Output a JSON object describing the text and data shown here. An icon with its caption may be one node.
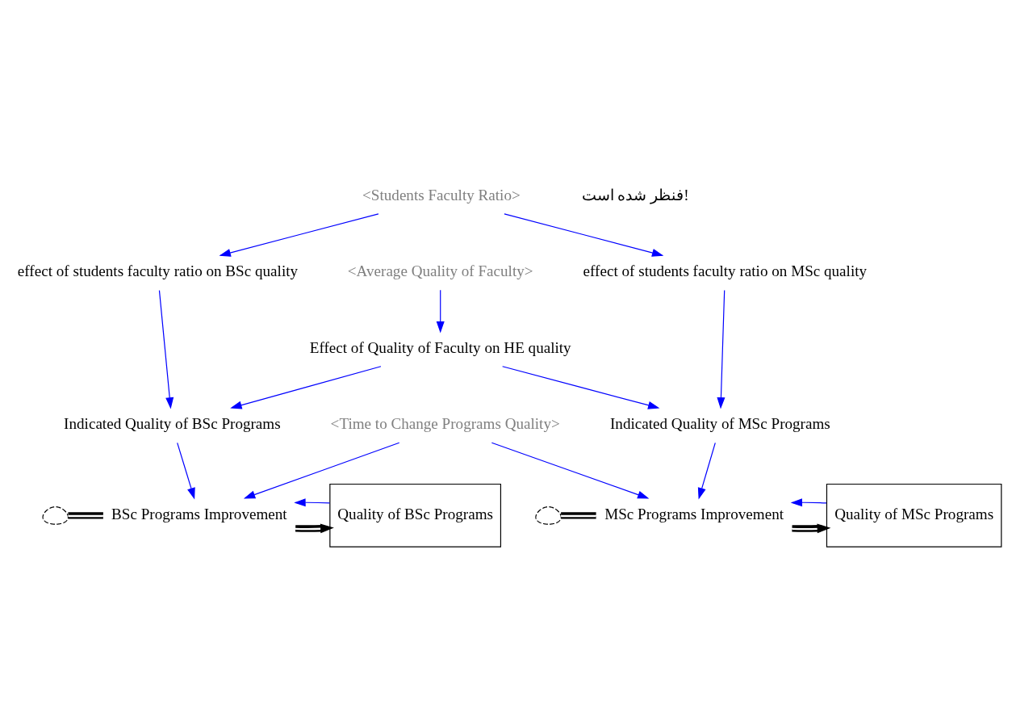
{
  "diagram": {
    "nodes": [
      {
        "text": [
          "<Students Faculty Ratio>"
        ]
      },
      {
        "text": [
          "<Average Quality of Faculty>"
        ]
      },
      {
        "text": [
          "effect of students faculty ratio on BSc quality"
        ]
      },
      {
        "text": [
          "effect of students faculty ratio on MSc quality"
        ]
      },
      {
        "text": [
          "Effect of Quality of Faculty on HE quality"
        ]
      },
      {
        "text": [
          "Indicated Quality of BSc Programs"
        ]
      },
      {
        "text": [
          "Indicated Quality of MSc Programs"
        ]
      },
      {
        "text": [],
        "shape": "cloud"
      },
      {
        "text": [
          "BSc Programs Improvement"
        ]
      },
      {
        "text": [
          "Quality of BSc Programs"
        ]
      },
      {
        "text": [],
        "shape": "cloud"
      },
      {
        "text": [
          "MSc Programs Improvement"
        ]
      },
      {
        "text": [
          "Quality of MSc Programs"
        ]
      },
      {
        "text": [
          "<Time to Change Programs Quality>"
        ]
      }
    ],
    "edges": [
      {
        "from": 0,
        "to": 2,
        "arrow": "to"
      },
      {
        "from": 0,
        "to": 3,
        "arrow": "to"
      },
      {
        "from": 1,
        "to": 4,
        "arrow": "to"
      },
      {
        "from": 2,
        "to": 5,
        "arrow": "to"
      },
      {
        "from": 4,
        "to": 5,
        "arrow": "to"
      },
      {
        "from": 4,
        "to": 6,
        "arrow": "to"
      },
      {
        "from": 3,
        "to": 6,
        "arrow": "to"
      },
      {
        "from": 5,
        "to": 8,
        "arrow": "to"
      },
      {
        "from": 6,
        "to": 11,
        "arrow": "to"
      },
      {
        "from": 7,
        "to": 8,
        "arrow": "none",
        "style": "thick",
        "color": "#000000"
      },
      {
        "from": 8,
        "to": 9,
        "arrow": "to",
        "style": "thick",
        "color": "#000000"
      },
      {
        "from": 10,
        "to": 11,
        "arrow": "none",
        "style": "thick",
        "color": "#000000"
      },
      {
        "from": 11,
        "to": 12,
        "arrow": "to",
        "style": "thick",
        "color": "#000000"
      },
      {
        "from": 9,
        "to": 8,
        "arrow": "to"
      },
      {
        "from": 12,
        "to": 11,
        "arrow": "to"
      },
      {
        "from": 13,
        "to": 8,
        "arrow": "to"
      },
      {
        "from": 13,
        "to": 11,
        "arrow": "to"
      }
    ],
    "labels": [
      "فنظر شده است!"
    ]
  }
}
